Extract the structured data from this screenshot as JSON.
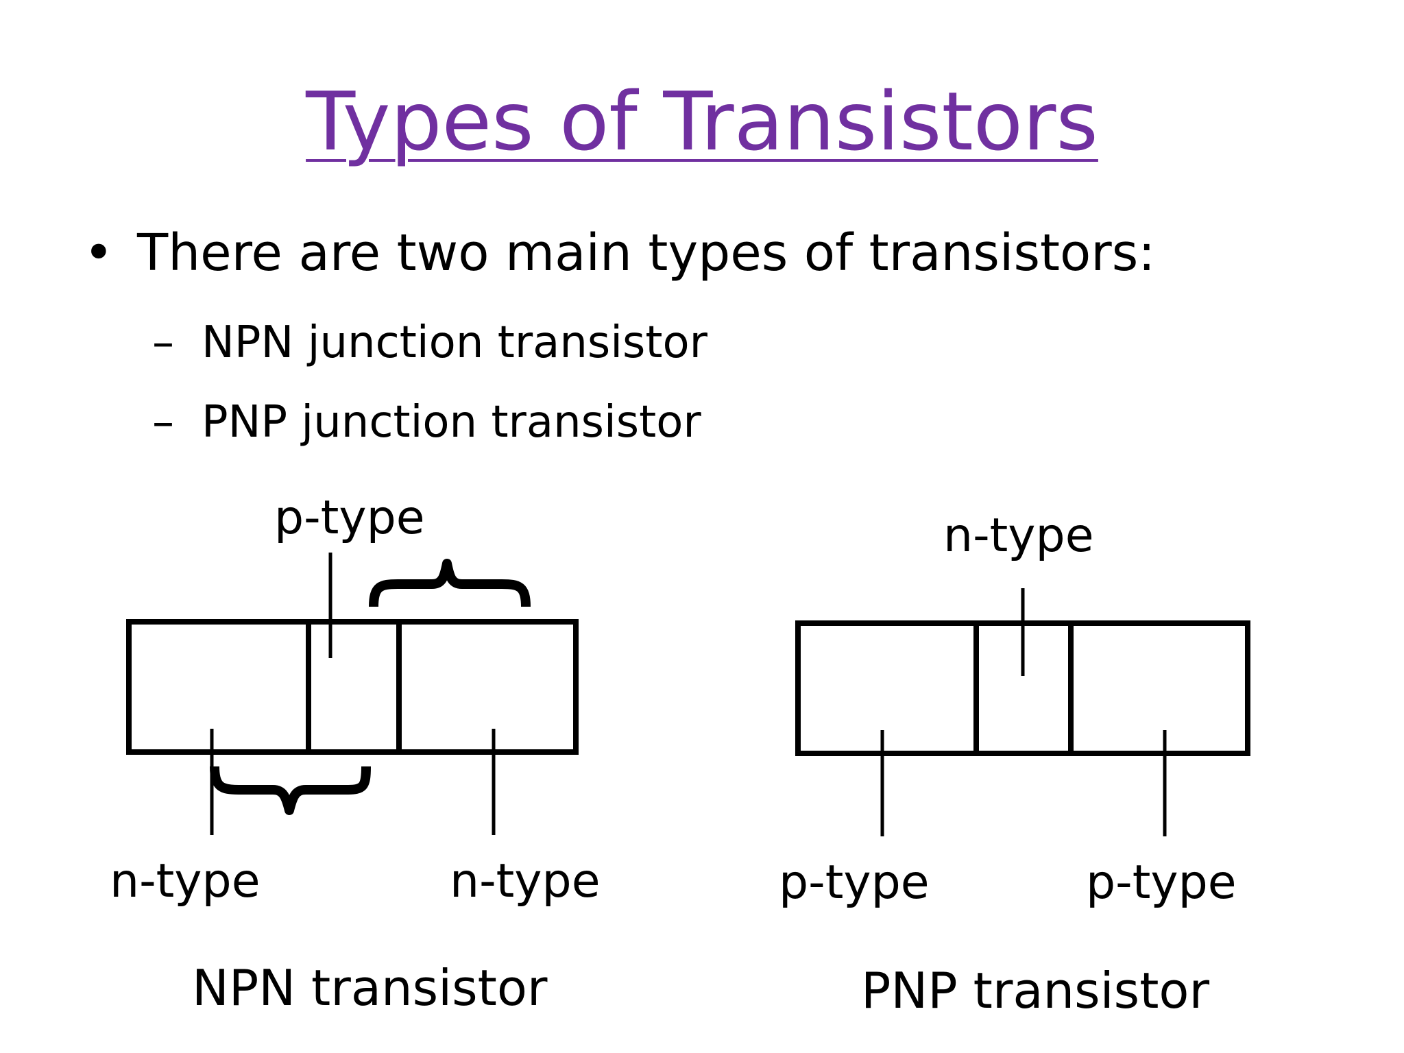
{
  "slide": {
    "title": "Types of Transistors",
    "bullet": "There are two main types of transistors:",
    "bullet_marker": "•",
    "sub_marker": "–",
    "sub_items": [
      "NPN junction transistor",
      "PNP junction transistor"
    ]
  },
  "npn": {
    "middle_label": "p-type",
    "left_label": "n-type",
    "right_label": "n-type",
    "caption": "NPN transistor"
  },
  "pnp": {
    "middle_label": "n-type",
    "left_label": "p-type",
    "right_label": "p-type",
    "caption": "PNP transistor"
  },
  "colors": {
    "title": "#7030a0",
    "text": "#000000",
    "background": "#ffffff"
  }
}
